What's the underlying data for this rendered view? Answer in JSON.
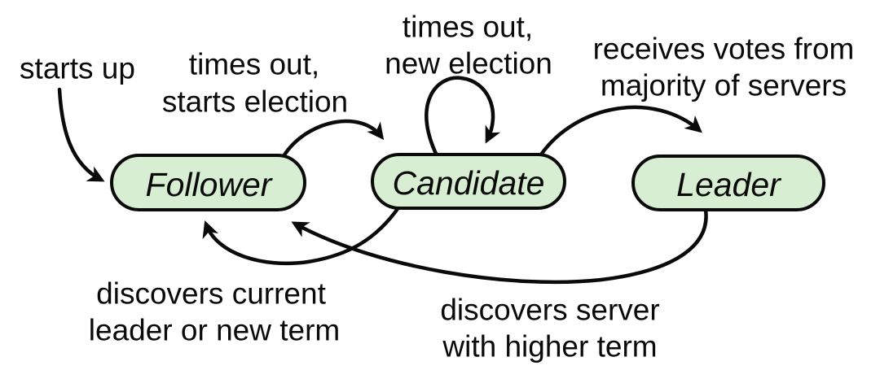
{
  "diagram": {
    "title": "raft-consensus-state-diagram",
    "colors": {
      "node_fill": "#d7eed2",
      "node_stroke": "#0a0a0a",
      "text": "#0a0a0a",
      "background": "#ffffff"
    },
    "nodes": [
      {
        "id": "follower",
        "label": "Follower"
      },
      {
        "id": "candidate",
        "label": "Candidate"
      },
      {
        "id": "leader",
        "label": "Leader"
      }
    ],
    "transitions": [
      {
        "id": "starts-up",
        "from": "(start)",
        "to": "follower",
        "label_lines": [
          "starts up"
        ]
      },
      {
        "id": "follower-to-candidate",
        "from": "follower",
        "to": "candidate",
        "label_lines": [
          "times out,",
          "starts election"
        ]
      },
      {
        "id": "candidate-self-loop",
        "from": "candidate",
        "to": "candidate",
        "label_lines": [
          "times out,",
          "new election"
        ]
      },
      {
        "id": "candidate-to-leader",
        "from": "candidate",
        "to": "leader",
        "label_lines": [
          "receives votes from",
          "majority of servers"
        ]
      },
      {
        "id": "candidate-to-follower",
        "from": "candidate",
        "to": "follower",
        "label_lines": [
          "discovers current",
          "leader or new term"
        ]
      },
      {
        "id": "leader-to-follower",
        "from": "leader",
        "to": "follower",
        "label_lines": [
          "discovers server",
          "with higher term"
        ]
      }
    ]
  }
}
